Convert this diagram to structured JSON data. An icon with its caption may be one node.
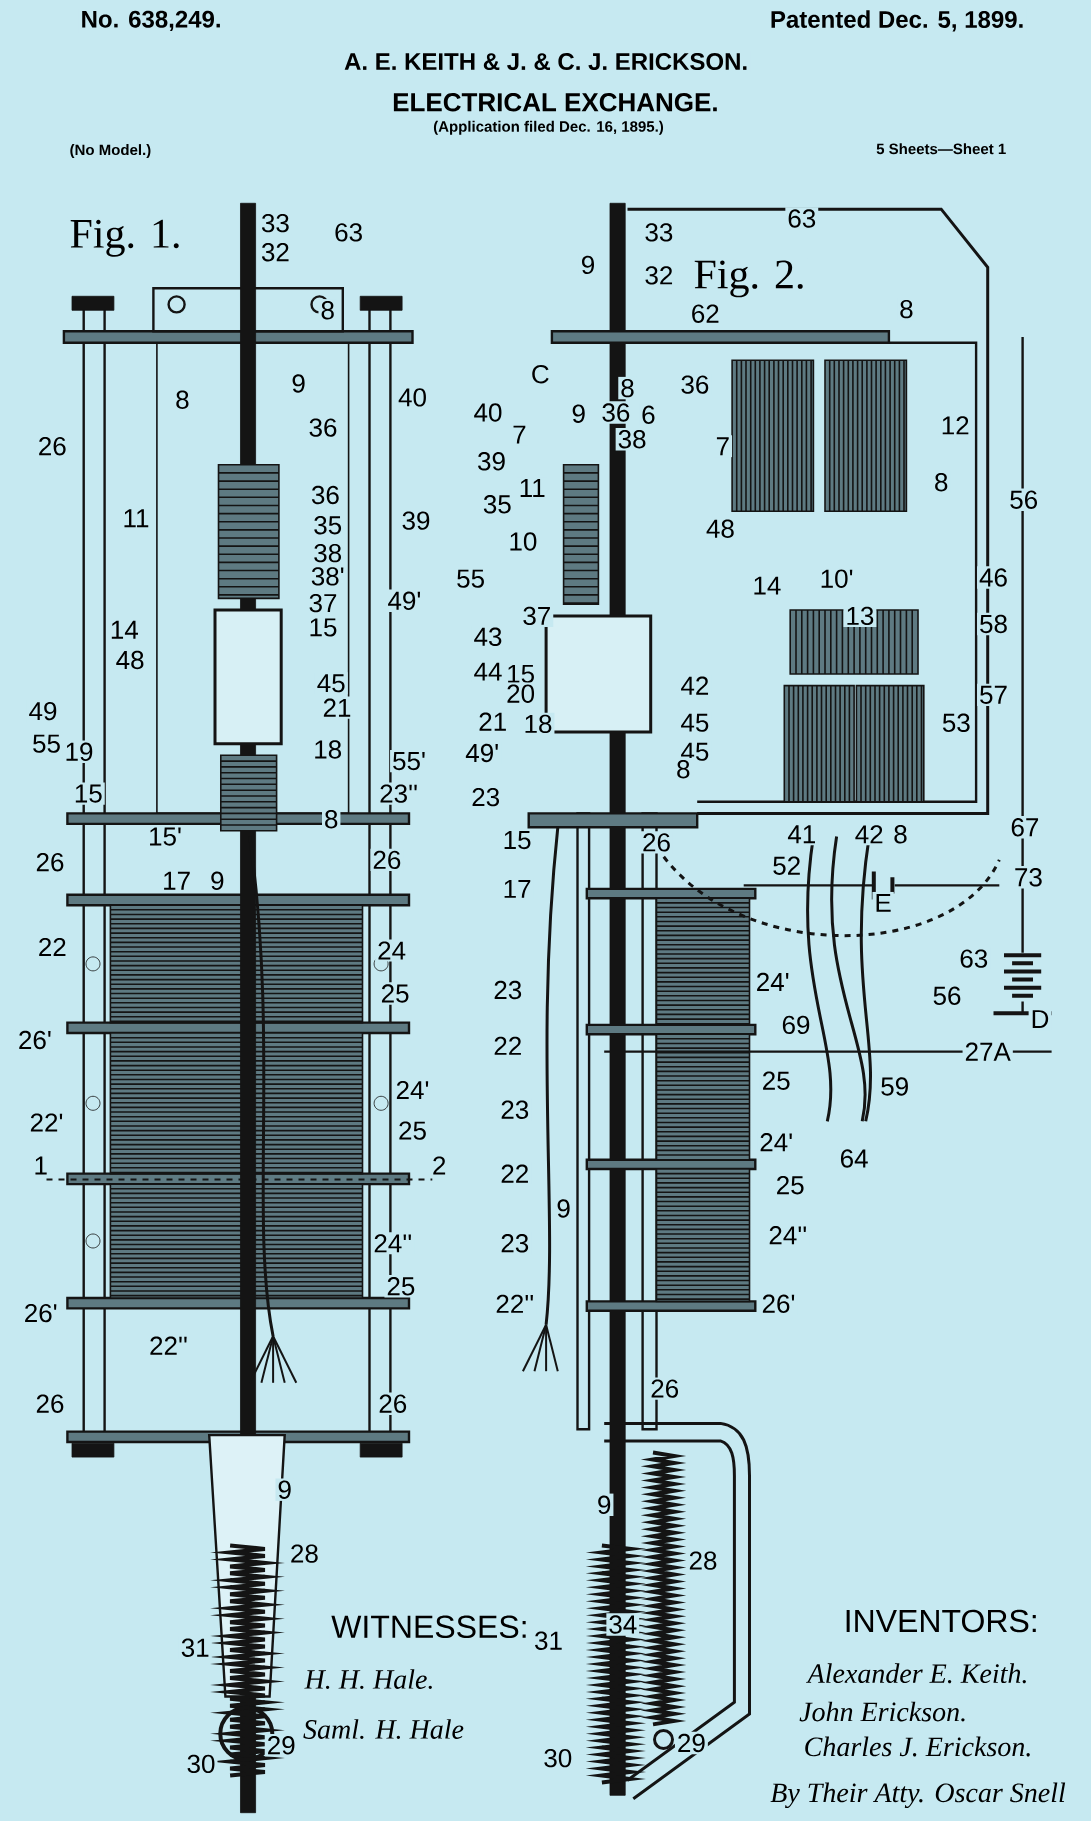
{
  "diagram": {
    "title": "ELECTRICAL EXCHANGE.",
    "labels": [
      "No. 638,249.",
      "Patented Dec. 5, 1899.",
      "A. E. KEITH & J. & C. J. ERICKSON.",
      "(Application filed Dec. 16, 1895.)",
      "(No Model.)",
      "5 Sheets—Sheet 1",
      "Fig. 1.",
      "Fig. 2.",
      "33",
      "63",
      "32",
      "8",
      "8",
      "9",
      "40",
      "26",
      "36",
      "36",
      "11",
      "35",
      "39",
      "38",
      "38'",
      "37",
      "49'",
      "14",
      "15",
      "48",
      "45",
      "49",
      "21",
      "55",
      "19",
      "18",
      "55'",
      "15",
      "23''",
      "8",
      "15'",
      "26",
      "17",
      "9",
      "26",
      "22",
      "24",
      "25",
      "26'",
      "24'",
      "22'",
      "25",
      "1",
      "2",
      "24''",
      "25",
      "26'",
      "22''",
      "26",
      "26",
      "9",
      "28",
      "31",
      "29",
      "30",
      "9",
      "33",
      "63",
      "32",
      "62",
      "8",
      "C",
      "8",
      "9",
      "36",
      "40",
      "7",
      "36",
      "6",
      "38",
      "7",
      "12",
      "39",
      "11",
      "8",
      "35",
      "56",
      "10",
      "48",
      "55",
      "14",
      "10'",
      "46",
      "13",
      "43",
      "37",
      "58",
      "44",
      "15",
      "20",
      "42",
      "21",
      "45",
      "53",
      "57",
      "18",
      "49'",
      "45",
      "8",
      "23",
      "67",
      "15",
      "41",
      "42",
      "8",
      "26",
      "52",
      "17",
      "73",
      "E",
      "24'",
      "63",
      "56",
      "D",
      "23",
      "69",
      "22",
      "27A",
      "25",
      "59",
      "23",
      "24'",
      "64",
      "22",
      "25",
      "9",
      "24''",
      "23",
      "22''",
      "26'",
      "26",
      "9",
      "28",
      "34",
      "31",
      "29",
      "30",
      "WITNESSES:",
      "H. H. Hale.",
      "Saml. H. Hale",
      "INVENTORS:",
      "Alexander E. Keith.",
      "John Erickson.",
      "Charles J. Erickson.",
      "By Their Atty. Oscar Snell"
    ]
  }
}
